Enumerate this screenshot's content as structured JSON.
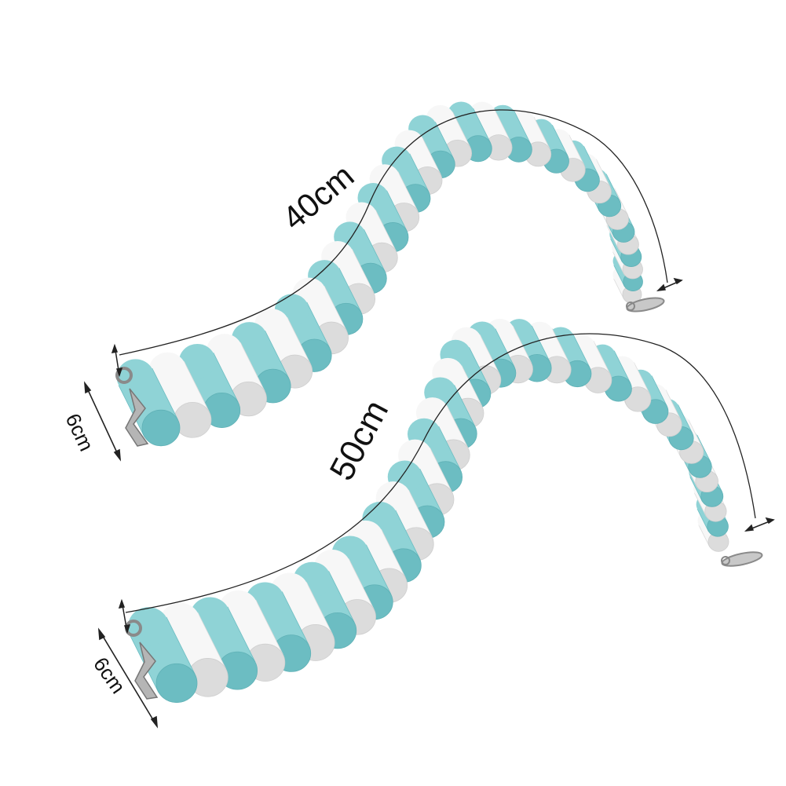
{
  "labels": {
    "top_length": "40cm",
    "top_width": "6cm",
    "bottom_length": "50cm",
    "bottom_width": "6cm"
  },
  "colors": {
    "teal": "#8fd3d6",
    "teal_dark": "#6cbdc2",
    "white": "#f7f7f7",
    "white_shade": "#dcdcdc",
    "metal": "#9a9a9a",
    "line": "#222222"
  },
  "ladders": [
    {
      "name": "top-ladder",
      "stick_count": 34
    },
    {
      "name": "bottom-ladder",
      "stick_count": 38
    }
  ]
}
